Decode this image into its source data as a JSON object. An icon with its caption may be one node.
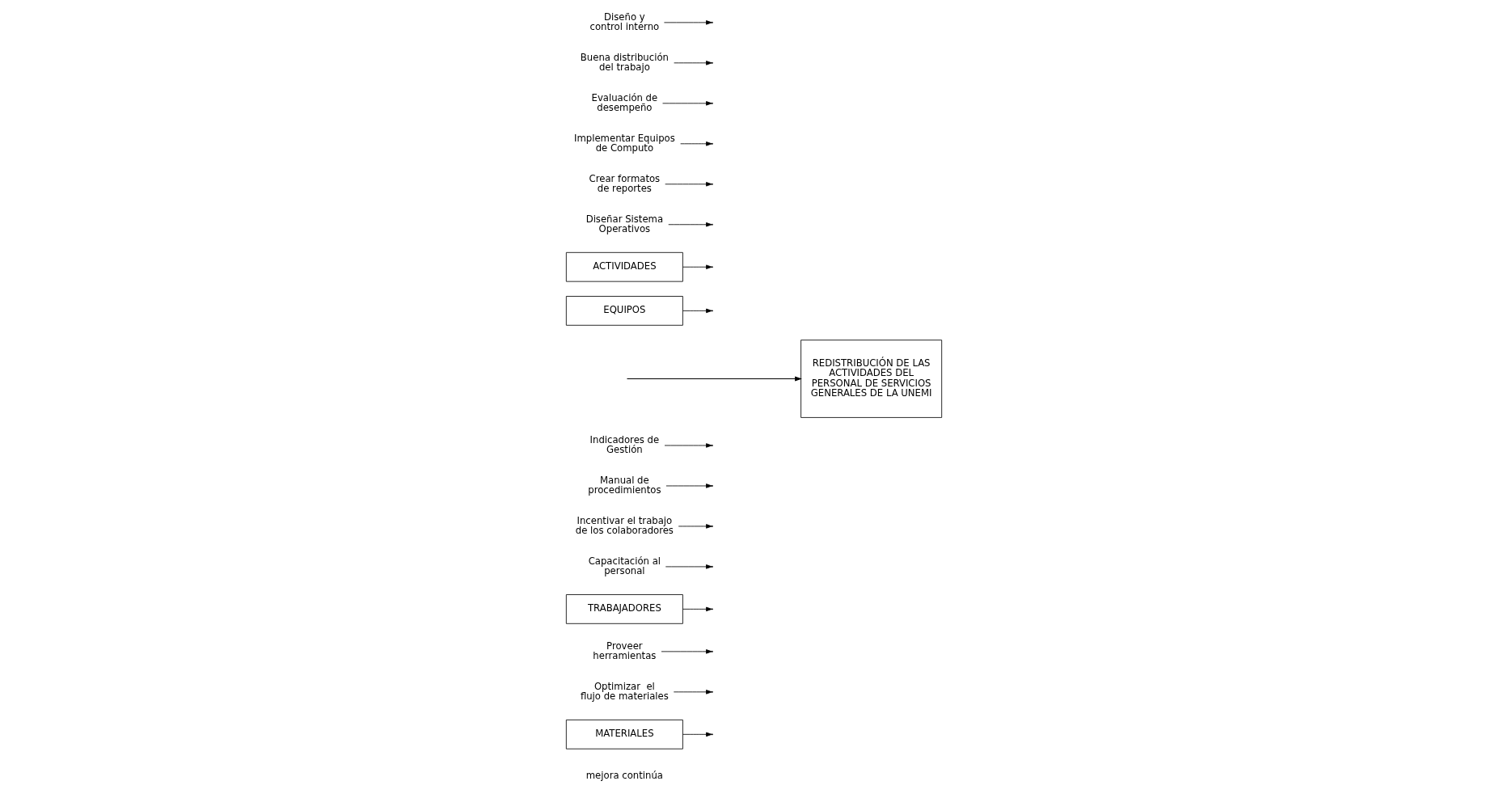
{
  "diagram": {
    "nodes": [
      {
        "text": [
          "MATERIALES"
        ]
      },
      {
        "text": [
          "TRABAJADORES"
        ]
      },
      {
        "text": [
          "EQUIPOS"
        ]
      },
      {
        "text": [
          "ACTIVIDADES"
        ]
      },
      {
        "text": [
          "REDISTRIBUCIÓN DE LAS ACTIVIDADES DEL PERSONAL DE SERVICIOS GENERALES DE LA UNEMI"
        ]
      },
      {
        "text": [
          "Optimizar  el flujo de materiales"
        ]
      },
      {
        "text": [
          "Proveer herramientas"
        ]
      },
      {
        "text": [
          "Capacitación al personal"
        ]
      },
      {
        "text": [
          "Incentivar el trabajo de los colaboradores"
        ]
      },
      {
        "text": [
          "Manual de procedimientos"
        ]
      },
      {
        "text": [
          "Indicadores de Gestión"
        ]
      },
      {
        "text": [
          "Diseñar Sistema Operativos"
        ]
      },
      {
        "text": [
          "Crear formatos de reportes"
        ]
      },
      {
        "text": [
          "Implementar Equipos de Computo"
        ]
      },
      {
        "text": [
          "Evaluación de desempeño"
        ]
      },
      {
        "text": [
          "Buena distribución del trabajo"
        ]
      },
      {
        "text": [
          "Diseño y control interno"
        ]
      }
    ],
    "edges": [
      {
        "from": null,
        "to": 4,
        "arrow": "to"
      },
      {
        "from": 0,
        "to": null,
        "arrow": "to"
      },
      {
        "from": 1,
        "to": null,
        "arrow": "to"
      },
      {
        "from": 2,
        "to": null,
        "arrow": "to"
      },
      {
        "from": 3,
        "to": null,
        "arrow": "to"
      },
      {
        "from": 5,
        "to": null,
        "arrow": "to"
      },
      {
        "from": 6,
        "to": null,
        "arrow": "to"
      },
      {
        "from": 8,
        "to": null,
        "arrow": "to"
      },
      {
        "from": 7,
        "to": null,
        "arrow": "to"
      },
      {
        "from": 9,
        "to": null,
        "arrow": "to"
      },
      {
        "from": 10,
        "to": null,
        "arrow": "to"
      },
      {
        "from": 11,
        "to": null,
        "arrow": "to"
      },
      {
        "from": 12,
        "to": null,
        "arrow": "to"
      },
      {
        "from": 14,
        "to": null,
        "arrow": "to"
      },
      {
        "from": 15,
        "to": null,
        "arrow": "to"
      },
      {
        "from": 13,
        "to": null,
        "arrow": "to"
      },
      {
        "from": 16,
        "to": null,
        "arrow": "to"
      }
    ],
    "labels": [
      "mejora continúa"
    ]
  }
}
